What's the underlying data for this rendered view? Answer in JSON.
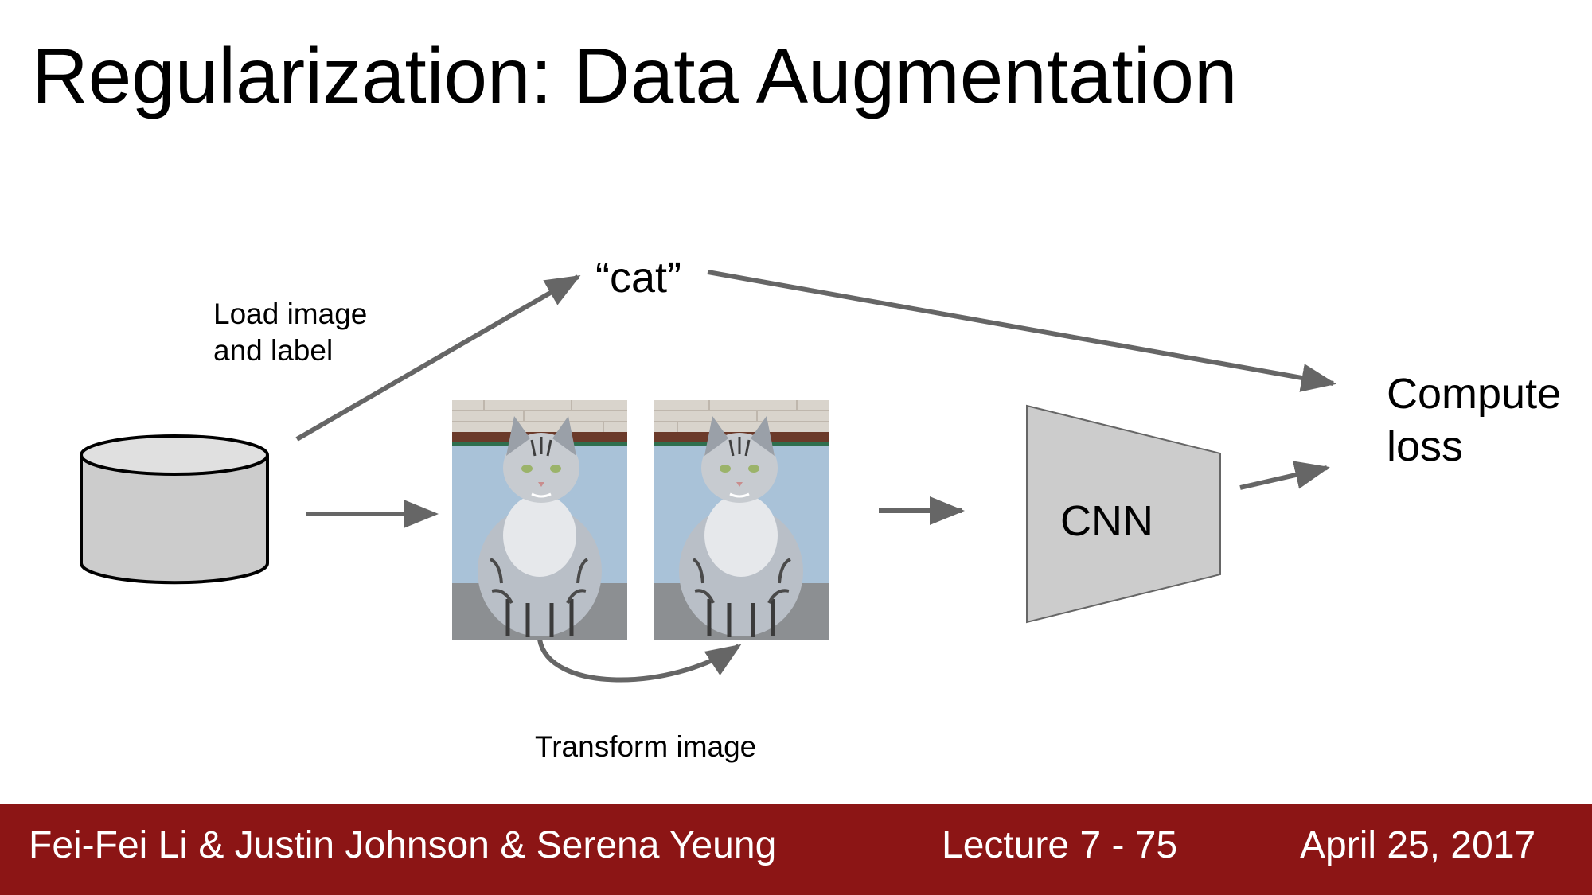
{
  "slide": {
    "title": "Regularization: Data Augmentation"
  },
  "diagram": {
    "load_label": "Load image and label",
    "label_text": "“cat”",
    "compute_label": "Compute loss",
    "cnn_label": "CNN",
    "transform_label": "Transform image",
    "arrow_color": "#666666",
    "shape_fill": "#cccccc"
  },
  "footer": {
    "authors": "Fei-Fei Li & Justin Johnson & Serena Yeung",
    "lecture": "Lecture 7 - 75",
    "date": "April 25, 2017",
    "background_color": "#8c1515"
  }
}
